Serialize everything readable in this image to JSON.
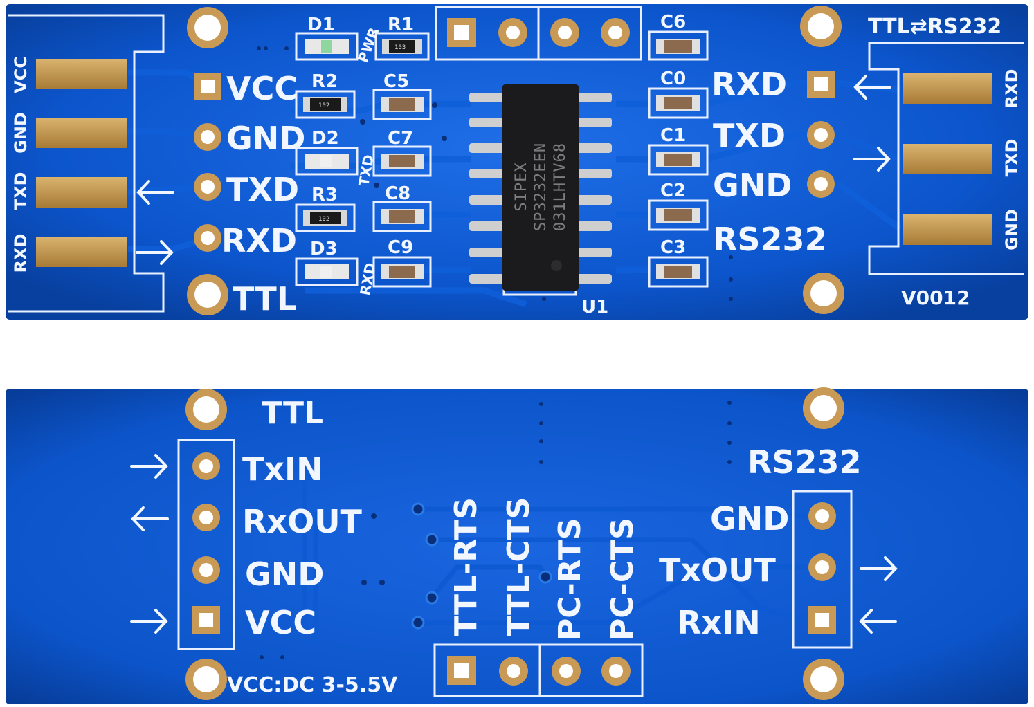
{
  "top_board": {
    "left_pads": [
      "VCC",
      "GND",
      "TXD",
      "RXD"
    ],
    "left_pins": [
      "VCC",
      "GND",
      "TXD",
      "RXD",
      "TTL"
    ],
    "components": [
      "D1",
      "R1",
      "PWR",
      "R2",
      "C5",
      "D2",
      "C7",
      "TXD",
      "R3",
      "C8",
      "D3",
      "C9",
      "RXD",
      "C6",
      "C0",
      "C1",
      "C2",
      "C3",
      "U1"
    ],
    "resistor_codes": [
      "103",
      "102",
      "102"
    ],
    "chip_lines": [
      "SIPEX",
      "SP3232EEN",
      "031LHTV68"
    ],
    "right_pins": [
      "RXD",
      "TXD",
      "GND"
    ],
    "right_label": "RS232",
    "title": "TTL⇄RS232",
    "right_pads": [
      "RXD",
      "TXD",
      "GND"
    ],
    "version": "V0012"
  },
  "bottom_board": {
    "ttl_label": "TTL",
    "left_pins": [
      "TxIN",
      "RxOUT",
      "GND",
      "VCC"
    ],
    "vertical_labels": [
      "TTL-RTS",
      "TTL-CTS",
      "PC-RTS",
      "PC-CTS"
    ],
    "rs232_label": "RS232",
    "right_pins": [
      "GND",
      "TxOUT",
      "RxIN"
    ],
    "voltage": "VCC:DC 3-5.5V"
  },
  "colors": {
    "board": "#0a4fc0",
    "board_light": "#1d6fe6",
    "silk": "#f2f7ff",
    "gold": "#b58a45",
    "copper": "#c9a268"
  }
}
